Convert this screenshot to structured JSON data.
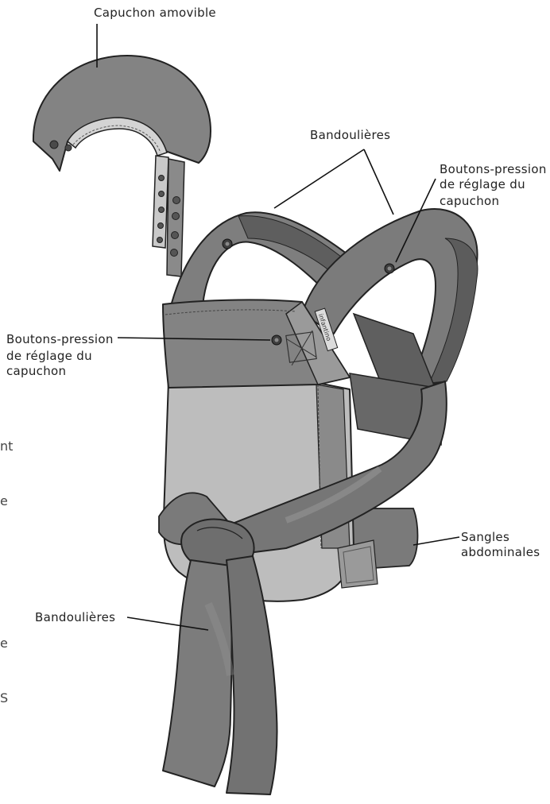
{
  "labels": {
    "hood": "Capuchon amovible",
    "straps_top": "Bandoulières",
    "snaps_right": [
      "Boutons-pression",
      "de réglage du",
      "capuchon"
    ],
    "snaps_left": [
      "Boutons-pression",
      "de réglage du",
      "capuchon"
    ],
    "waist_straps": [
      "Sangles",
      "abdominales"
    ],
    "straps_bottom": "Bandoulières",
    "brand": "infantino"
  },
  "edge_fragments": [
    "nt",
    "e",
    "e",
    "S"
  ],
  "colors": {
    "strap": "#7b7b7b",
    "strap_dark": "#5f5f5f",
    "panel_light": "#bdbdbd",
    "hood": "#808080",
    "outline": "#222222"
  }
}
